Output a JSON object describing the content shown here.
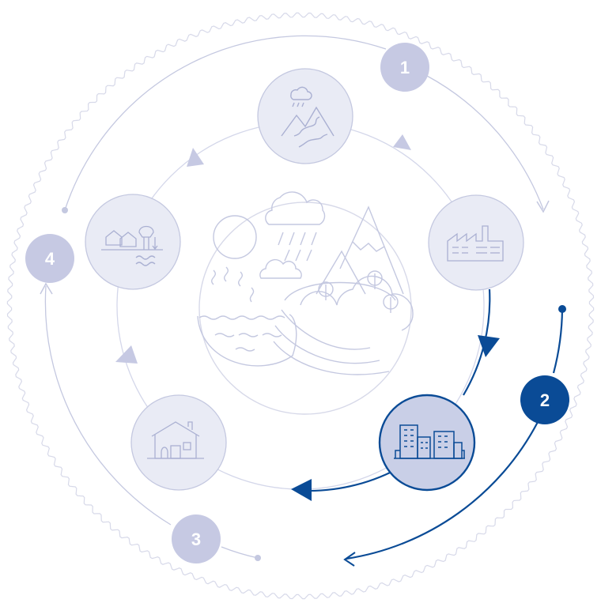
{
  "colors": {
    "muted_line": "#c4c8e0",
    "muted_fill": "#e9ebf5",
    "muted_badge": "#c6c9e3",
    "active_blue": "#0a4b96",
    "active_fill": "#c9cfe7",
    "icon_muted": "#aab0d2",
    "outer_ring": "#d7d9e9"
  },
  "badges": [
    {
      "label": "1",
      "state": "muted"
    },
    {
      "label": "2",
      "state": "active"
    },
    {
      "label": "3",
      "state": "muted"
    },
    {
      "label": "4",
      "state": "muted"
    }
  ],
  "stages": [
    {
      "icon": "mountain-rain-icon",
      "state": "muted"
    },
    {
      "icon": "factory-icon",
      "state": "muted"
    },
    {
      "icon": "city-buildings-icon",
      "state": "active"
    },
    {
      "icon": "house-icon",
      "state": "muted"
    },
    {
      "icon": "houses-water-tower-icon",
      "state": "muted"
    }
  ],
  "center": {
    "icon": "water-cycle-landscape-icon"
  }
}
